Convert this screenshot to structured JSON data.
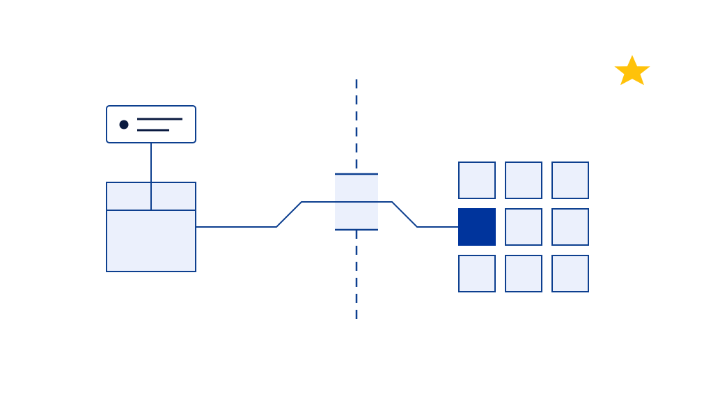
{
  "colors": {
    "background": "#ffffff",
    "stroke": "#0d3f8f",
    "fill_light": "#ebf0fc",
    "fill_dark": "#00349c",
    "dot": "#0a1a40",
    "star": "#ffc20a"
  },
  "icons": {
    "card": "card-icon",
    "box": "container-icon",
    "divider": "dashed-divider-icon",
    "node": "bridge-node-icon",
    "grid": "grid-icon",
    "star": "star-icon"
  },
  "grid": {
    "rows": 3,
    "cols": 3,
    "selected": {
      "row": 1,
      "col": 0
    }
  }
}
